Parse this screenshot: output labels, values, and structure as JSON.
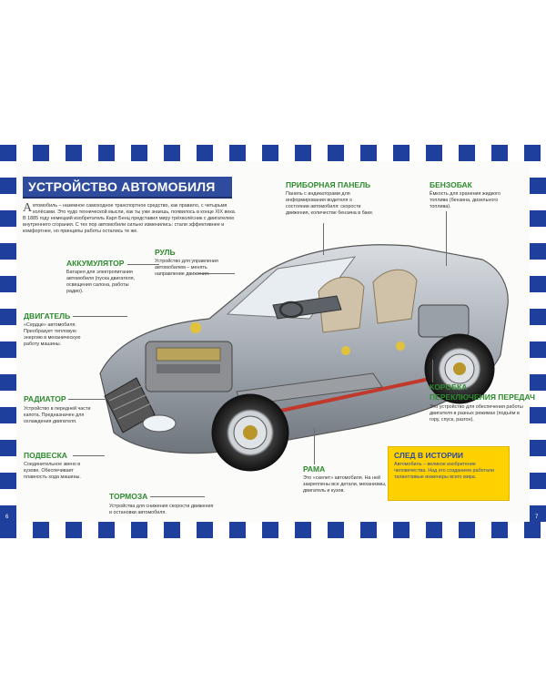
{
  "title": "УСТРОЙСТВО АВТОМОБИЛЯ",
  "intro_dropcap": "А",
  "intro_text": "втомобиль – наземное самоходное транспортное средство, как правило, с четырьмя колёсами. Это чудо технической мысли, как ты уже знаешь, появилось в конце XIX века. В 1885 году немецкий изобретатель Карл Бенц представил миру трёхколёсник с двигателем внутреннего сгорания. С тех пор автомобили сильно изменились: стали эффективнее и комфортнее, но принципы работы остались те же.",
  "labels": {
    "dashboard": {
      "title": "ПРИБОРНАЯ ПАНЕЛЬ",
      "text": "Панель с индикаторами для информирования водителя о состоянии автомобиля: скорости движения, количестве бензина в баке."
    },
    "fuel_tank": {
      "title": "БЕНЗОБАК",
      "text": "Ёмкость для хранения жидкого топлива (бензина, дизельного топлива)."
    },
    "battery": {
      "title": "АККУМУЛЯТОР",
      "text": "Батарея для электропитания автомобиля (пуска двигателя, освещения салона, работы радио)."
    },
    "steering": {
      "title": "РУЛЬ",
      "text": "Устройство для управления автомобилем – менять направление движения."
    },
    "engine": {
      "title": "ДВИГАТЕЛЬ",
      "text": "«Сердце» автомобиля. Преобразует тепловую энергию в механическую работу машины."
    },
    "radiator": {
      "title": "РАДИАТОР",
      "text": "Устройство в передней части капота. Предназначен для охлаждения двигателя."
    },
    "gearbox": {
      "title1": "КОРОБКА",
      "title2": "ПЕРЕКЛЮЧЕНИЯ ПЕРЕДАЧ",
      "text": "Это устройство для обеспечения работы двигателя в разных режимах (подъём в гору, спуск, разгон)."
    },
    "suspension": {
      "title": "ПОДВЕСКА",
      "text": "Соединительное звено в кузове. Обеспечивает плавность хода машины."
    },
    "frame": {
      "title": "РАМА",
      "text": "Это «скелет» автомобиля. На ней закреплены все детали, механизмы, двигатель и кузов."
    },
    "brakes": {
      "title": "ТОРМОЗА",
      "text": "Устройства для снижения скорости движения и остановки автомобиля."
    }
  },
  "history": {
    "title": "СЛЕД В ИСТОРИИ",
    "text": "Автомобиль – великое изобретение человечества. Над его созданием работали талантливые инженеры всего мира."
  },
  "page_left": "6",
  "page_right": "7",
  "colors": {
    "border_blue": "#1f3f9c",
    "label_green": "#2e8b2f",
    "history_yellow": "#ffd100"
  }
}
